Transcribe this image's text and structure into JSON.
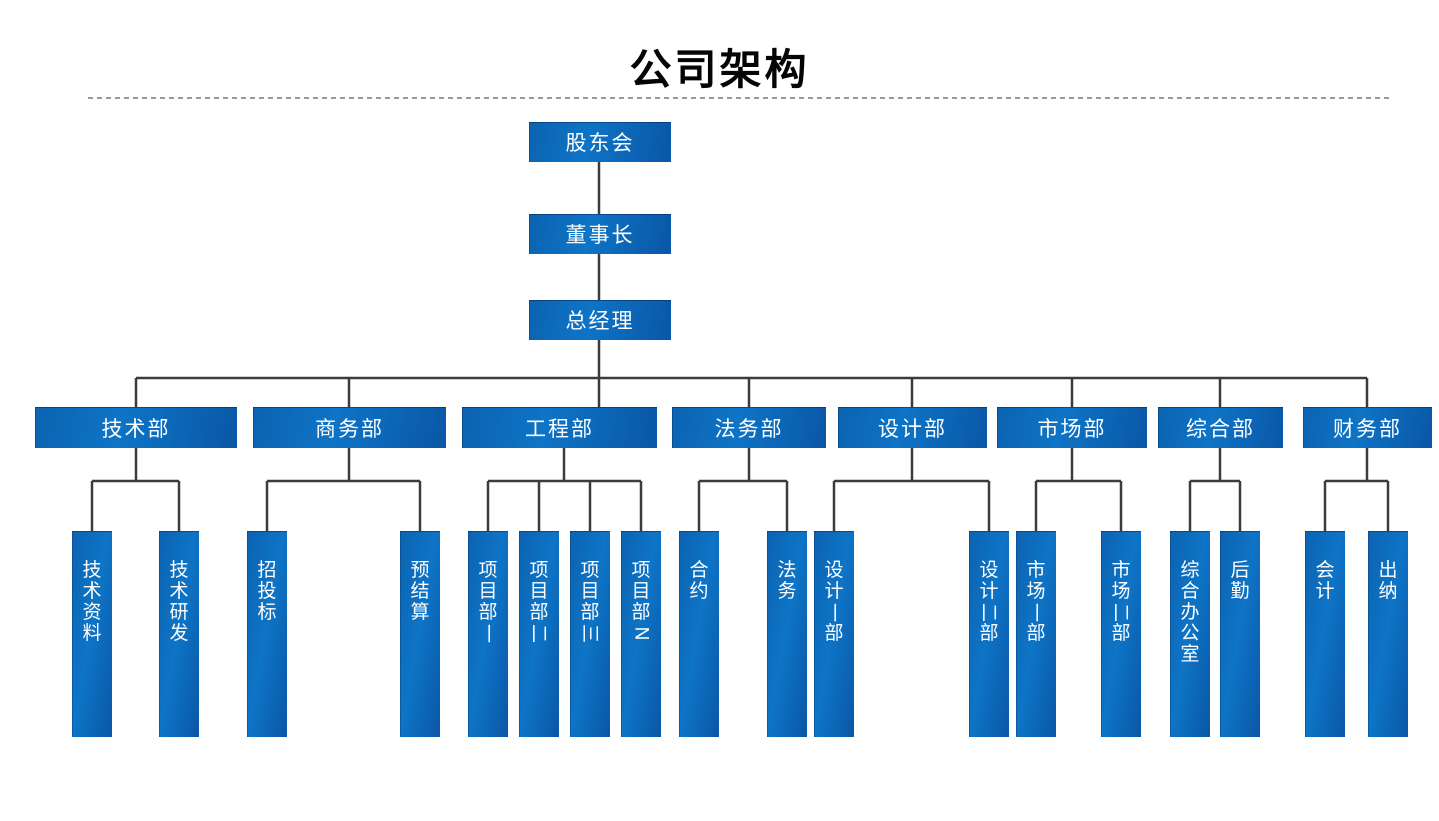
{
  "page": {
    "title": "公司架构"
  },
  "org": {
    "chain": [
      {
        "label": "股东会"
      },
      {
        "label": "董事长"
      },
      {
        "label": "总经理"
      }
    ],
    "departments": [
      {
        "label": "技术部",
        "children": [
          "技术资料",
          "技术研发"
        ]
      },
      {
        "label": "商务部",
        "children": [
          "招投标",
          "预结算"
        ]
      },
      {
        "label": "工程部",
        "children": [
          "项目部一",
          "项目部二",
          "项目部三",
          "项目部N"
        ]
      },
      {
        "label": "法务部",
        "children": [
          "合约",
          "法务"
        ]
      },
      {
        "label": "设计部",
        "children": [
          "设计一部",
          "设计二部"
        ]
      },
      {
        "label": "市场部",
        "children": [
          "市场一部",
          "市场二部"
        ]
      },
      {
        "label": "综合部",
        "children": [
          "综合办公室",
          "后勤"
        ]
      },
      {
        "label": "财务部",
        "children": [
          "会计",
          "出纳"
        ]
      }
    ],
    "rotated_chars": "一二三N",
    "colors": {
      "box_gradient_light": "#0e74c6",
      "box_gradient_dark": "#0a57a6",
      "box_text": "#ffffff",
      "connector_line": "#3c3c3c",
      "title_text": "#050505",
      "divider_dash": "#9a9a9a"
    }
  }
}
